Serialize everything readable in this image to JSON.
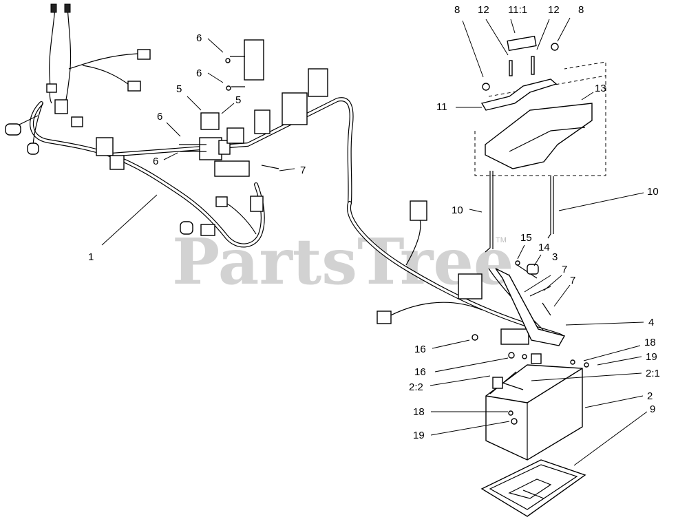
{
  "watermark": {
    "text": "PartsTree",
    "trademark": "TM"
  },
  "callouts": [
    {
      "id": "c1",
      "text": "1"
    },
    {
      "id": "c5a",
      "text": "5"
    },
    {
      "id": "c5b",
      "text": "5"
    },
    {
      "id": "c6a",
      "text": "6"
    },
    {
      "id": "c6b",
      "text": "6"
    },
    {
      "id": "c6c",
      "text": "6"
    },
    {
      "id": "c6d",
      "text": "6"
    },
    {
      "id": "c7a",
      "text": "7"
    },
    {
      "id": "c8a",
      "text": "8"
    },
    {
      "id": "c12a",
      "text": "12"
    },
    {
      "id": "c11_1",
      "text": "11:1"
    },
    {
      "id": "c12b",
      "text": "12"
    },
    {
      "id": "c8b",
      "text": "8"
    },
    {
      "id": "c11",
      "text": "11"
    },
    {
      "id": "c13",
      "text": "13"
    },
    {
      "id": "c10a",
      "text": "10"
    },
    {
      "id": "c10b",
      "text": "10"
    },
    {
      "id": "c15",
      "text": "15"
    },
    {
      "id": "c14",
      "text": "14"
    },
    {
      "id": "c3",
      "text": "3"
    },
    {
      "id": "c7b",
      "text": "7"
    },
    {
      "id": "c7c",
      "text": "7"
    },
    {
      "id": "c4",
      "text": "4"
    },
    {
      "id": "c16a",
      "text": "16"
    },
    {
      "id": "c18a",
      "text": "18"
    },
    {
      "id": "c19a",
      "text": "19"
    },
    {
      "id": "c16b",
      "text": "16"
    },
    {
      "id": "c2_2",
      "text": "2:2"
    },
    {
      "id": "c2_1",
      "text": "2:1"
    },
    {
      "id": "c2",
      "text": "2"
    },
    {
      "id": "c9",
      "text": "9"
    },
    {
      "id": "c18b",
      "text": "18"
    },
    {
      "id": "c19b",
      "text": "19"
    }
  ]
}
